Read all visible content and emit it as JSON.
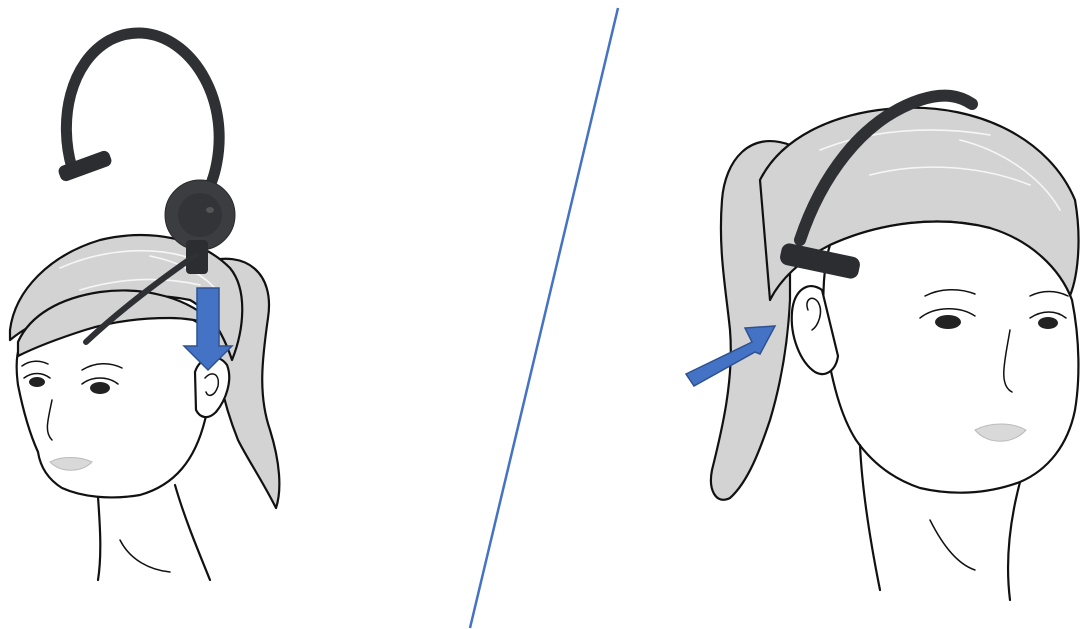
{
  "illustration": {
    "left_panel": {
      "step": "place-headset-over-head",
      "arrow": "down"
    },
    "right_panel": {
      "step": "headband-behind-ear",
      "arrow": "diagonal-up-right"
    }
  },
  "colors": {
    "arrow_fill": "#4472c4",
    "arrow_stroke": "#2f528f",
    "divider": "#4472c4",
    "hair": "#d3d3d3",
    "headset": "#3b3d40"
  }
}
